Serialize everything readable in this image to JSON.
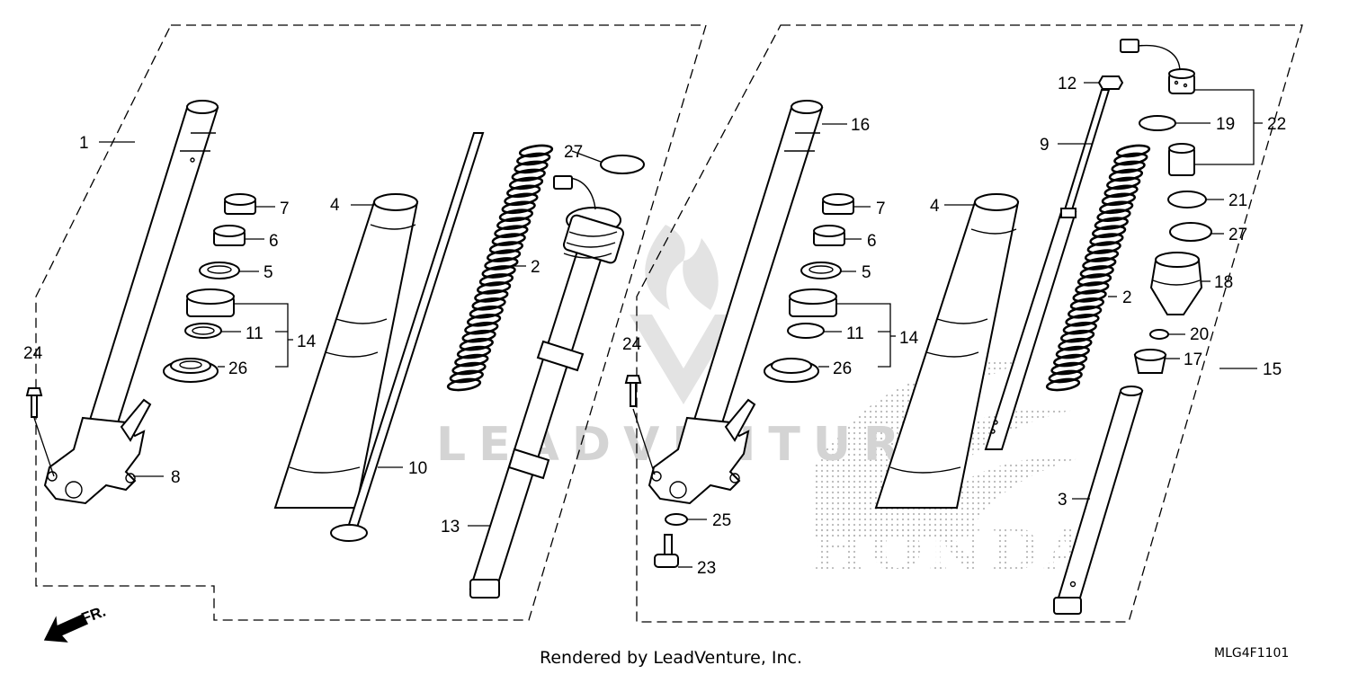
{
  "watermark": {
    "brand": "LEADVENTURE",
    "mark": "HONDA"
  },
  "left_assembly": {
    "callouts": [
      {
        "id": "1",
        "label": "1"
      },
      {
        "id": "4",
        "label": "4"
      },
      {
        "id": "7",
        "label": "7"
      },
      {
        "id": "6",
        "label": "6"
      },
      {
        "id": "5",
        "label": "5"
      },
      {
        "id": "11",
        "label": "11"
      },
      {
        "id": "14",
        "label": "14"
      },
      {
        "id": "26",
        "label": "26"
      },
      {
        "id": "24",
        "label": "24"
      },
      {
        "id": "8",
        "label": "8"
      },
      {
        "id": "10",
        "label": "10"
      },
      {
        "id": "2",
        "label": "2"
      },
      {
        "id": "27",
        "label": "27"
      },
      {
        "id": "13",
        "label": "13"
      }
    ]
  },
  "right_assembly": {
    "callouts": [
      {
        "id": "16",
        "label": "16"
      },
      {
        "id": "12",
        "label": "12"
      },
      {
        "id": "9",
        "label": "9"
      },
      {
        "id": "19",
        "label": "19"
      },
      {
        "id": "22",
        "label": "22"
      },
      {
        "id": "21",
        "label": "21"
      },
      {
        "id": "27",
        "label": "27"
      },
      {
        "id": "4",
        "label": "4"
      },
      {
        "id": "7",
        "label": "7"
      },
      {
        "id": "6",
        "label": "6"
      },
      {
        "id": "5",
        "label": "5"
      },
      {
        "id": "2",
        "label": "2"
      },
      {
        "id": "18",
        "label": "18"
      },
      {
        "id": "11",
        "label": "11"
      },
      {
        "id": "14",
        "label": "14"
      },
      {
        "id": "20",
        "label": "20"
      },
      {
        "id": "26",
        "label": "26"
      },
      {
        "id": "17",
        "label": "17"
      },
      {
        "id": "15",
        "label": "15"
      },
      {
        "id": "24",
        "label": "24"
      },
      {
        "id": "25",
        "label": "25"
      },
      {
        "id": "3",
        "label": "3"
      },
      {
        "id": "23",
        "label": "23"
      }
    ]
  },
  "direction_arrow": {
    "label": "FR.",
    "icon": "front-direction-arrow-icon"
  },
  "footer": {
    "credit": "Rendered by LeadVenture, Inc.",
    "diagram_code": "MLG4F1101"
  }
}
